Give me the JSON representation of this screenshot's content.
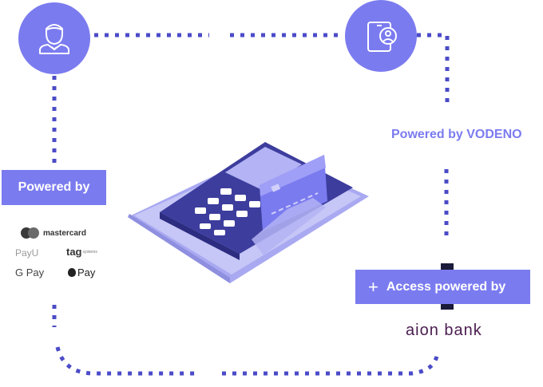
{
  "left_box": {
    "label": "Powered by"
  },
  "right_box": {
    "plus": "+",
    "label": "Access powered by"
  },
  "vodeno": {
    "text": "Powered by VODENO"
  },
  "payment_logos": {
    "mastercard": "mastercard",
    "payu": "PayU",
    "tag": "tag",
    "tag_sub": "systems",
    "gpay": "G Pay",
    "applepay": " Pay"
  },
  "bank_logo": {
    "text": "aion bank"
  },
  "icons": {
    "left_circle": "user-icon",
    "right_circle": "mobile-user-icon",
    "center": "card-terminal-icon",
    "apple": "apple-icon"
  },
  "colors": {
    "accent": "#7b7bf0",
    "dot": "#4b4bc8",
    "terminal_dark": "#3d3d9e",
    "terminal_light": "#b3b3f5",
    "bank_text": "#4a1d4f"
  }
}
